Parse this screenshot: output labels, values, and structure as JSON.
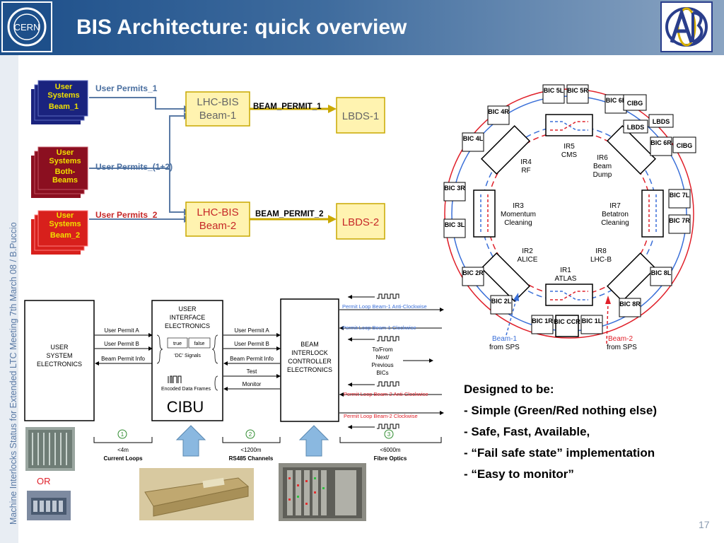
{
  "slide": {
    "title": "BIS Architecture: quick overview",
    "sidebar_text": "Machine Interlocks Status  for  Extended LTC  Meeting 7th March 08 /  B.Puccio",
    "page_number": "17",
    "logo_left_text": "CERN"
  },
  "overview": {
    "user_systems": [
      [
        "User",
        "Systems",
        "Beam_1"
      ],
      [
        "User",
        "Systems",
        "Both-",
        "Beams"
      ],
      [
        "User",
        "Systems",
        "Beam_2"
      ]
    ],
    "permit_labels": [
      "User Permits_1",
      "User Permits_(1+2)",
      "User Permits_2"
    ],
    "lhc_bis": [
      [
        "LHC-BIS",
        "Beam-1"
      ],
      [
        "LHC-BIS",
        "Beam-2"
      ]
    ],
    "beam_permits": [
      "BEAM_PERMIT_1",
      "BEAM_PERMIT_2"
    ],
    "lbds": [
      "LBDS-1",
      "LBDS-2"
    ]
  },
  "ring": {
    "bics": [
      "BIC 5L",
      "BIC 5R",
      "BIC 4R",
      "BIC 6L",
      "BIC 4L",
      "BIC 6R",
      "BIC 3R",
      "BIC 7L",
      "BIC 3L",
      "BIC 7R",
      "BIC 2R",
      "BIC 8L",
      "BIC 2L",
      "BIC 8R",
      "BIC 1R",
      "BIC CCR",
      "BIC 1L"
    ],
    "cibg": [
      "CIBG",
      "CIBG"
    ],
    "lbds": [
      "LBDS",
      "LBDS"
    ],
    "ir": [
      [
        "IR5",
        "CMS"
      ],
      [
        "IR4",
        "RF"
      ],
      [
        "IR6",
        "Beam",
        "Dump"
      ],
      [
        "IR3",
        "Momentum",
        "Cleaning"
      ],
      [
        "IR7",
        "Betatron",
        "Cleaning"
      ],
      [
        "IR2",
        "ALICE"
      ],
      [
        "IR8",
        "LHC-B"
      ],
      [
        "IR1",
        "ATLAS"
      ]
    ],
    "beam1": [
      "Beam-1",
      "from SPS"
    ],
    "beam2": [
      "Beam-2",
      "from SPS"
    ]
  },
  "block": {
    "user_system": [
      "USER",
      "SYSTEM",
      "ELECTRONICS"
    ],
    "cibu": [
      "USER",
      "INTERFACE",
      "ELECTRONICS"
    ],
    "cibu_name": "CIBU",
    "bic": [
      "BEAM",
      "INTERLOCK",
      "CONTROLLER",
      "ELECTRONICS"
    ],
    "left_signals": [
      "User Permit A",
      "User Permit B",
      "Beam Permit Info"
    ],
    "true_label": "true",
    "false_label": "false",
    "dc_signals": "‘DC’ Signals",
    "encoded_frames": "Encoded Data Frames",
    "right_signals": [
      "User Permit A",
      "User Permit B",
      "Beam Permit Info",
      "Test",
      "Monitor"
    ],
    "loops": [
      "Permit Loop Beam-1 Anti-Clockwise",
      "Permit Loop Beam-1 Clockwise",
      "Permit Loop Beam-2 Anti-Clockwise",
      "Permit Loop Beam-2 Clockwise"
    ],
    "to_from": [
      "To/From",
      "Next/",
      "Previous",
      "BICs"
    ],
    "links": [
      {
        "num": "1",
        "dist": "<4m",
        "name": "Current Loops"
      },
      {
        "num": "2",
        "dist": "<1200m",
        "name": "RS485 Channels"
      },
      {
        "num": "3",
        "dist": "<6000m",
        "name": "Fibre Optics"
      }
    ],
    "or_label": "OR"
  },
  "bullets": [
    "Designed to be:",
    "- Simple (Green/Red nothing else)",
    "- Safe, Fast, Available,",
    "- “Fail safe state” implementation",
    "- “Easy to monitor”"
  ],
  "colors": {
    "header": "#1d4f8a",
    "beam1_blue": "#3a6fd8",
    "beam2_red": "#e0202a",
    "system_blue": "#1a237e",
    "system_maroon": "#8b0f20",
    "system_red": "#d8201c",
    "bis_fill": "#fff3b0",
    "arrow_blue": "#8ab8e0"
  }
}
